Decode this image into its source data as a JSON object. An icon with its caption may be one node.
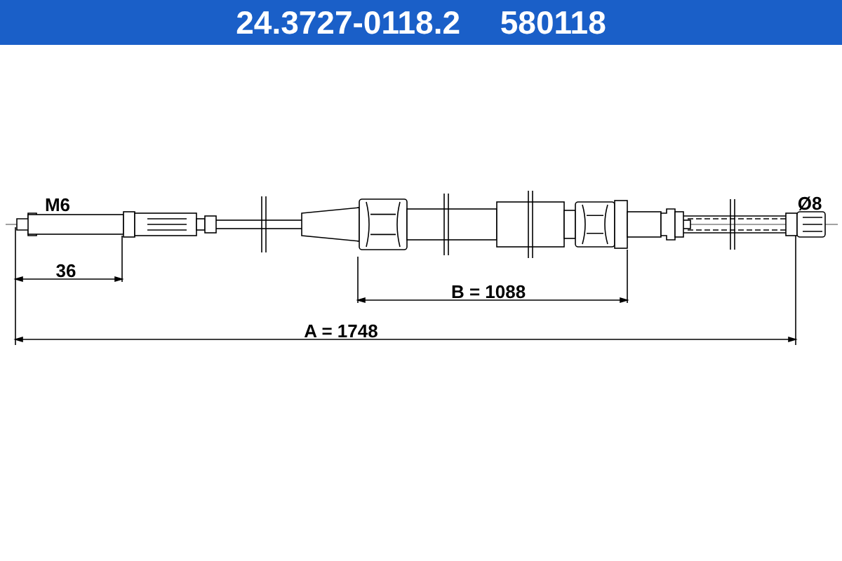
{
  "diagram": {
    "title": "24.3727-0118.2 580118",
    "labels": [
      "M6",
      "36",
      "B = 1088",
      "A = 1748",
      "Ø8"
    ]
  }
}
